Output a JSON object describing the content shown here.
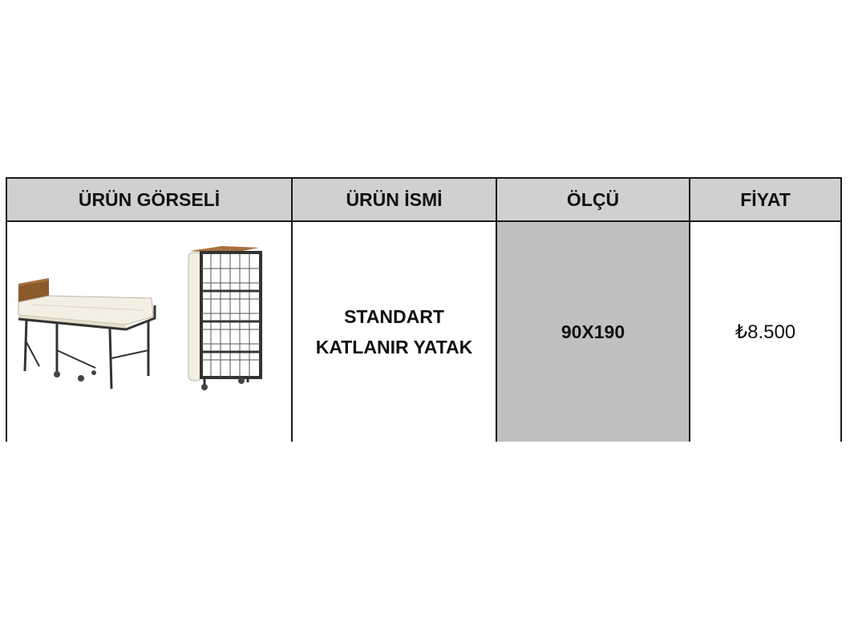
{
  "table": {
    "headers": {
      "image": "ÜRÜN GÖRSELİ",
      "name": "ÜRÜN İSMİ",
      "size": "ÖLÇÜ",
      "price": "FİYAT"
    },
    "rows": [
      {
        "image_icons": [
          "open-folding-bed-icon",
          "folded-bed-icon"
        ],
        "name_line1": "STANDART",
        "name_line2": "KATLANIR YATAK",
        "size": "90X190",
        "price": "₺8.500"
      }
    ]
  },
  "colors": {
    "header_bg": "#d0d0d0",
    "size_cell_bg": "#c0c0c0",
    "border": "#1a1a1a",
    "text": "#111111"
  }
}
